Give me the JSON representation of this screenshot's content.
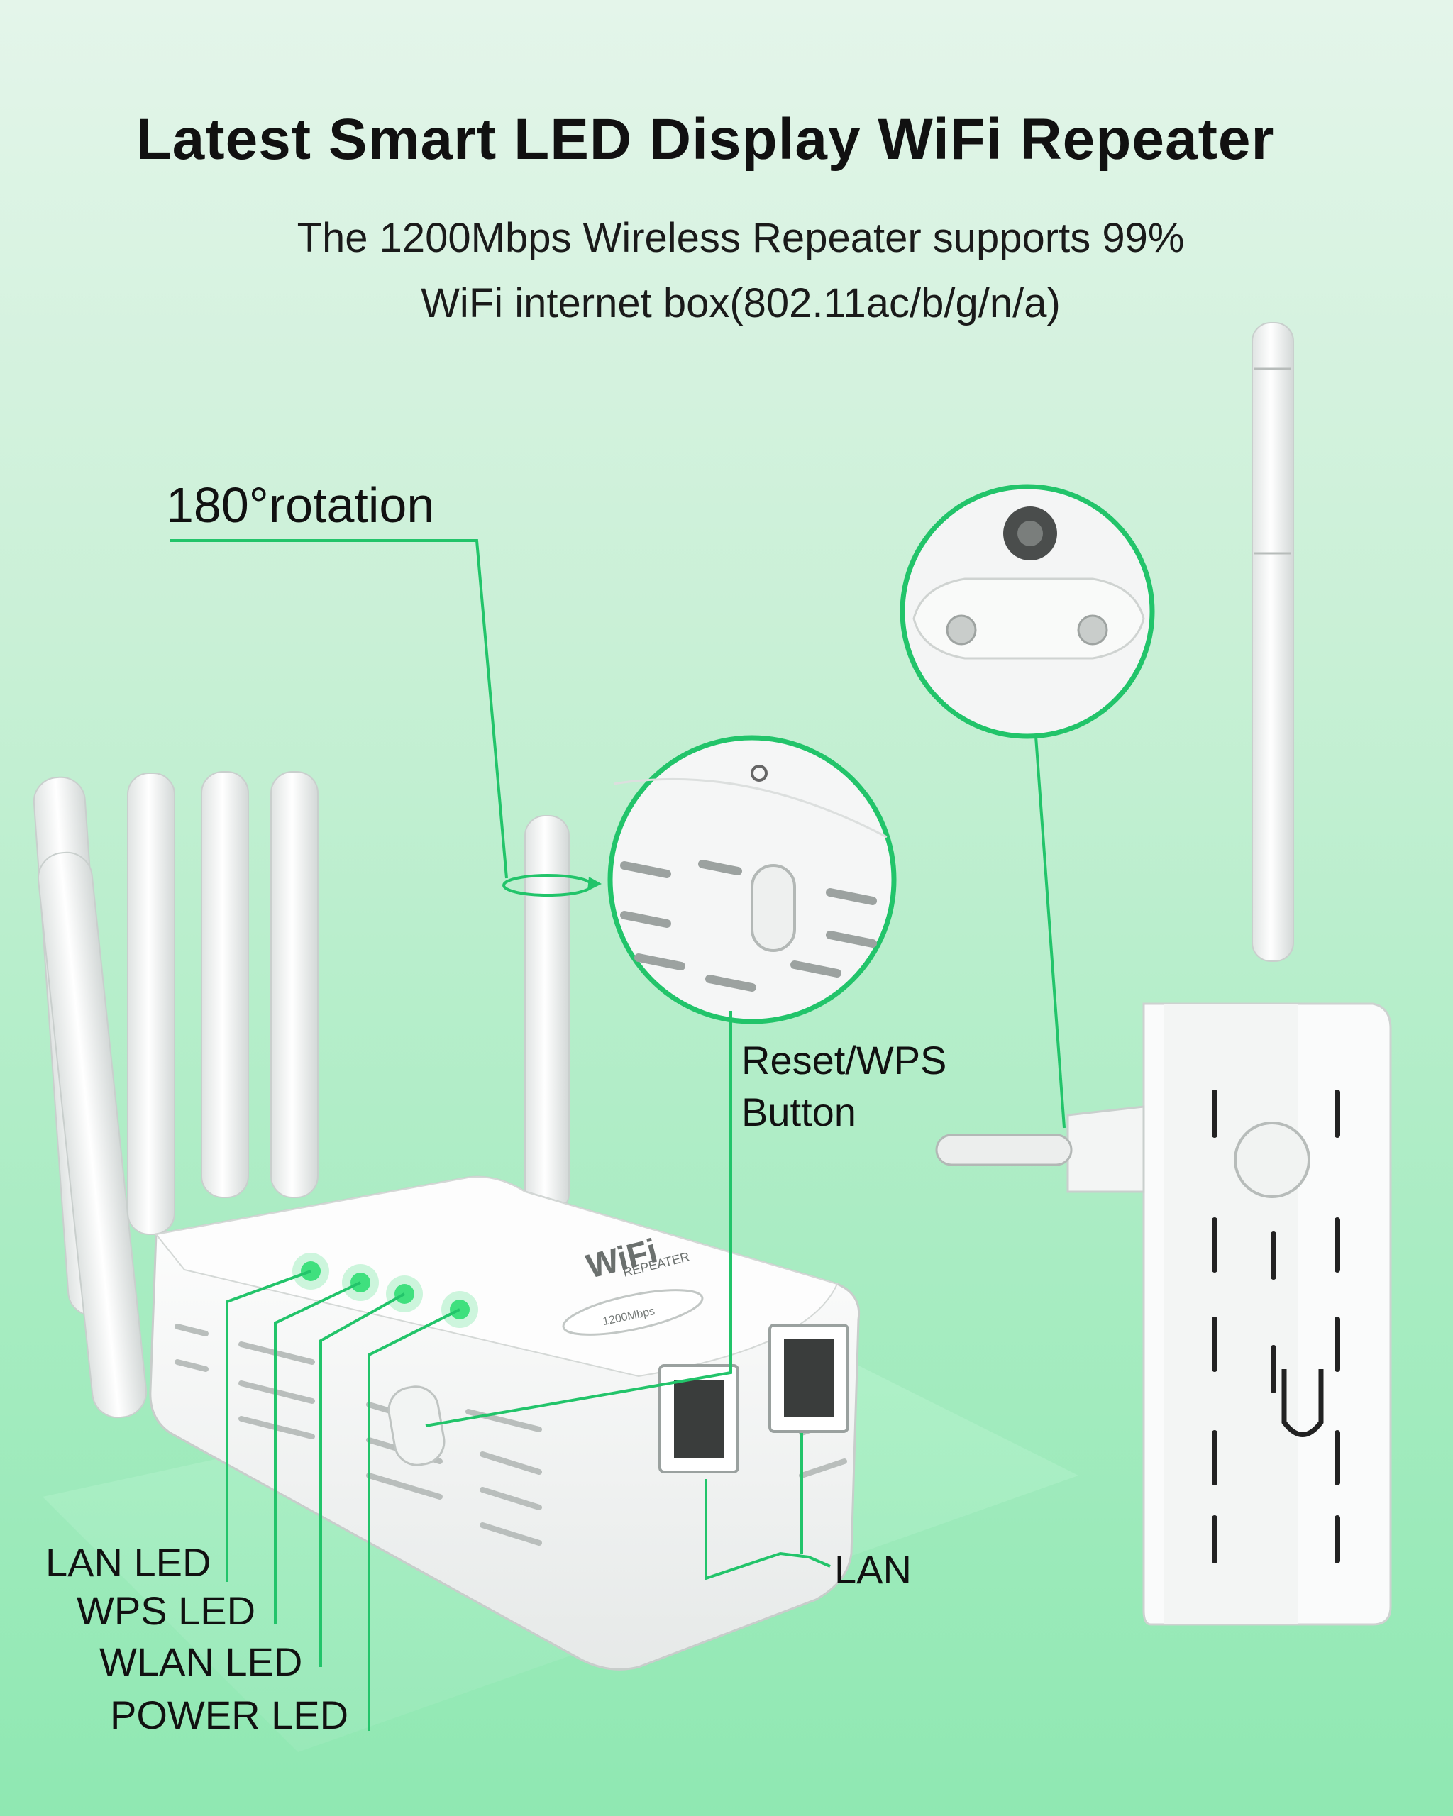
{
  "header": {
    "title": "Latest Smart LED Display WiFi Repeater",
    "subtitle_line1": "The 1200Mbps Wireless Repeater supports 99%",
    "subtitle_line2": "WiFi internet box(802.11ac/b/g/n/a)"
  },
  "callouts": {
    "rotation": "180°rotation",
    "reset_wps_line1": "Reset/WPS",
    "reset_wps_line2": "Button",
    "lan_led": "LAN LED",
    "wps_led": "WPS LED",
    "wlan_led": "WLAN LED",
    "power_led": "POWER LED",
    "lan": "LAN"
  },
  "device": {
    "badge_logo": "WiFi",
    "badge_sub": "REPEATER",
    "badge_speed": "1200Mbps"
  },
  "colors": {
    "accent_green": "#22c46a",
    "led_green": "#3fe07e",
    "device_white": "#fbfbfb"
  }
}
